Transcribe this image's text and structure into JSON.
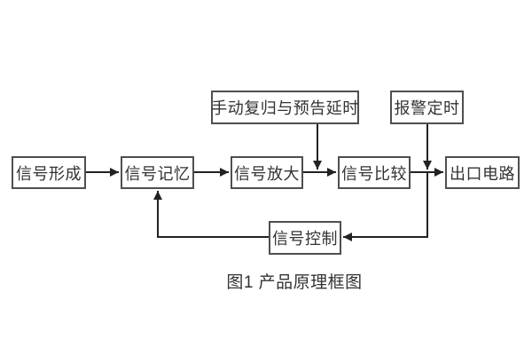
{
  "diagram": {
    "caption": "图1 产品原理框图",
    "nodes": [
      {
        "id": "signal-formation",
        "label": "信号形成"
      },
      {
        "id": "signal-memory",
        "label": "信号记忆"
      },
      {
        "id": "signal-amplification",
        "label": "信号放大"
      },
      {
        "id": "signal-comparison",
        "label": "信号比较"
      },
      {
        "id": "output-circuit",
        "label": "出口电路"
      },
      {
        "id": "manual-reset-delay",
        "label": "手动复归与预告延时"
      },
      {
        "id": "alarm-timing",
        "label": "报警定时"
      },
      {
        "id": "signal-control",
        "label": "信号控制"
      }
    ],
    "connections": [
      {
        "from": "signal-formation",
        "to": "signal-memory",
        "style": "arrow-right"
      },
      {
        "from": "signal-memory",
        "to": "signal-amplification",
        "style": "arrow-right"
      },
      {
        "from": "signal-amplification",
        "to": "signal-comparison",
        "style": "arrow-right"
      },
      {
        "from": "signal-comparison",
        "to": "output-circuit",
        "style": "arrow-right"
      },
      {
        "from": "manual-reset-delay",
        "to": "amplification-comparison-link",
        "style": "arrow-down"
      },
      {
        "from": "alarm-timing",
        "to": "comparison-output-link",
        "style": "arrow-down"
      },
      {
        "from": "comparison-output-link",
        "to": "signal-control",
        "style": "elbow-arrow-left"
      },
      {
        "from": "signal-control",
        "to": "signal-memory",
        "style": "elbow-arrow-up"
      }
    ]
  },
  "colors": {
    "background": "#ffffff",
    "box_border": "#4f4f4f",
    "line": "#222222",
    "text": "#333333"
  }
}
